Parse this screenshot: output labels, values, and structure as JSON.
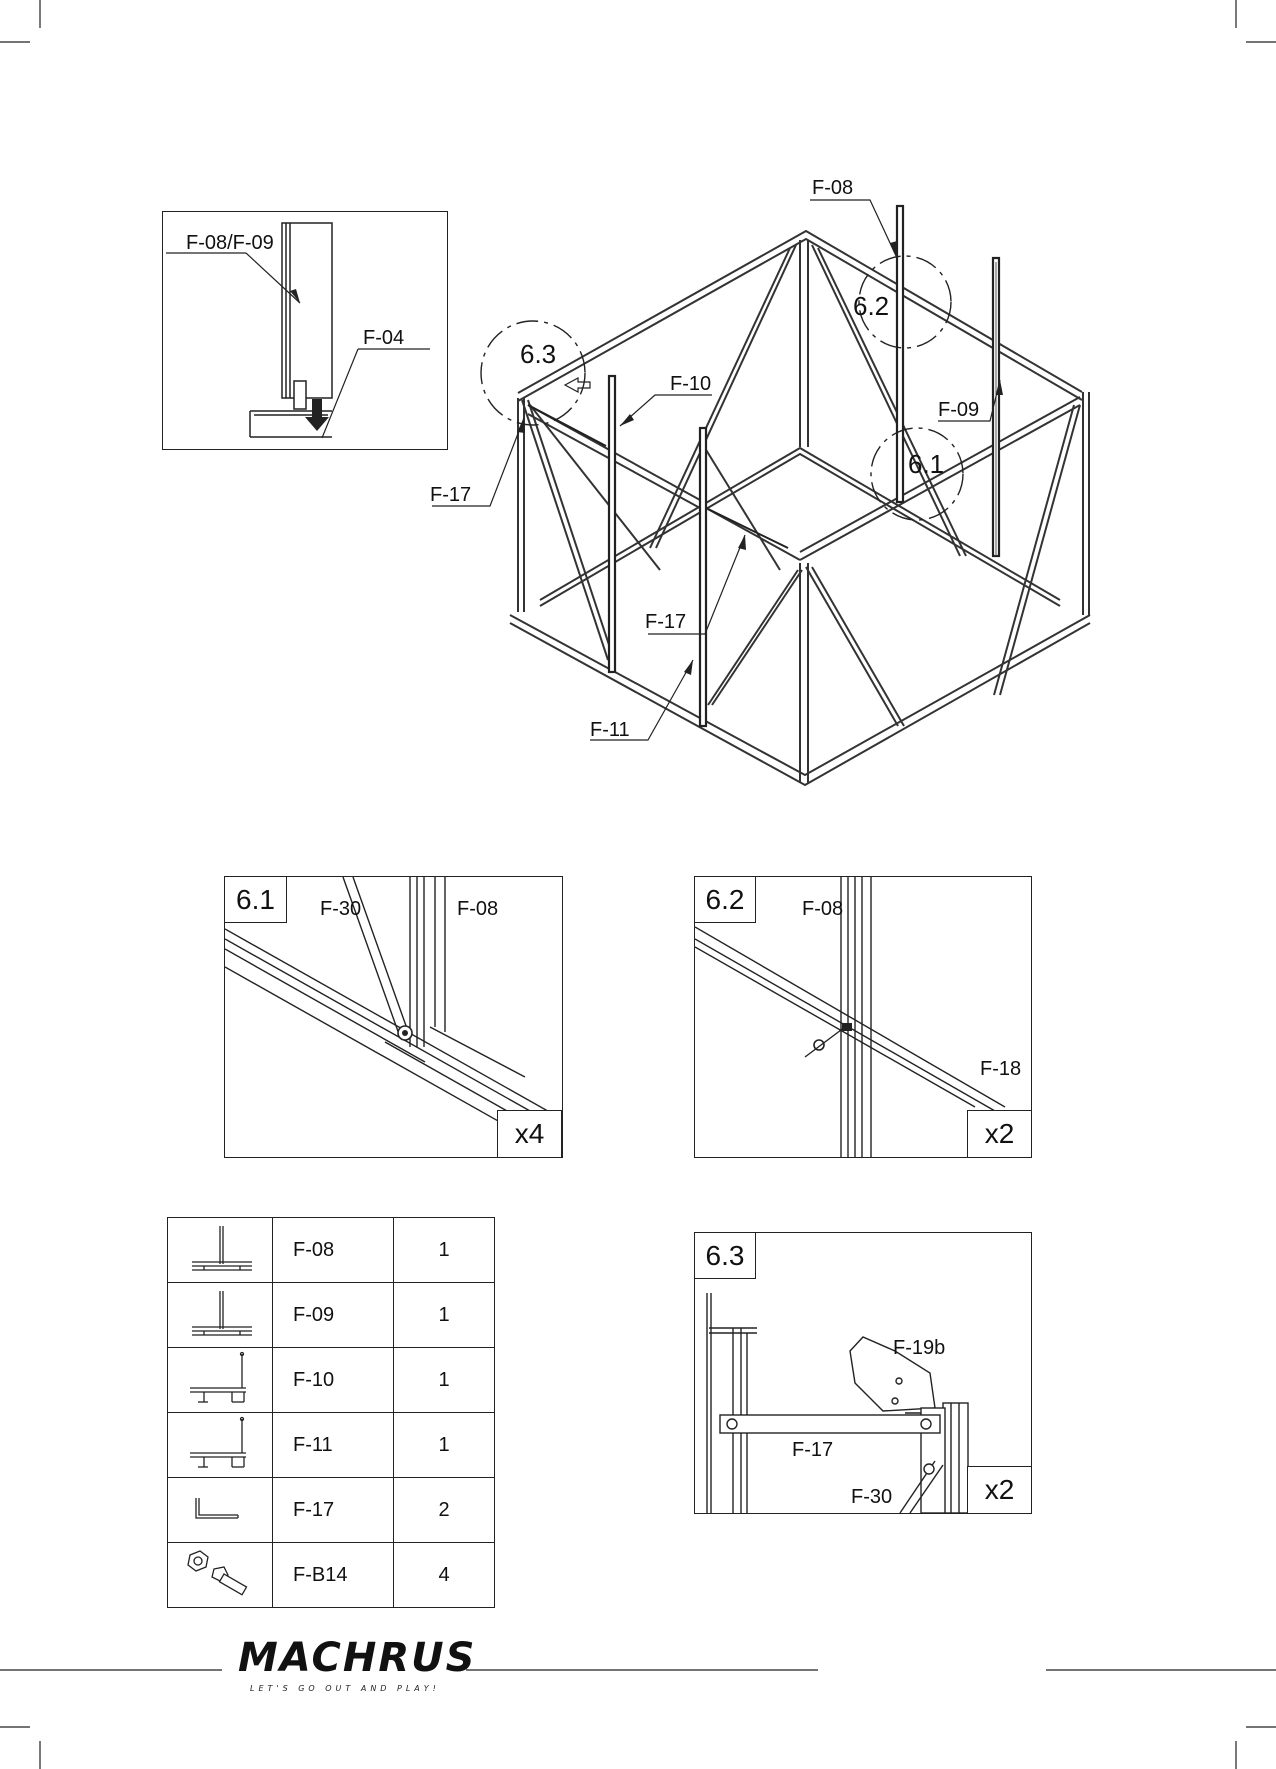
{
  "main_view": {
    "callouts": {
      "f08": "F-08",
      "f09": "F-09",
      "f10": "F-10",
      "f11": "F-11",
      "f17_left": "F-17",
      "f17_center": "F-17"
    },
    "detail_markers": {
      "d61": "6.1",
      "d62": "6.2",
      "d63": "6.3"
    }
  },
  "inset_top_left": {
    "label_top": "F-08/F-09",
    "label_bottom": "F-04"
  },
  "detail_61": {
    "id": "6.1",
    "label_a": "F-30",
    "label_b": "F-08",
    "qty": "x4"
  },
  "detail_62": {
    "id": "6.2",
    "label_a": "F-08",
    "label_b": "F-18",
    "qty": "x2"
  },
  "detail_63": {
    "id": "6.3",
    "label_a": "F-19b",
    "label_b": "F-17",
    "label_c": "F-30",
    "qty": "x2"
  },
  "parts_table": {
    "rows": [
      {
        "icon": "t-profile-icon",
        "code": "F-08",
        "qty": "1"
      },
      {
        "icon": "t-profile-icon",
        "code": "F-09",
        "qty": "1"
      },
      {
        "icon": "channel-profile-icon",
        "code": "F-10",
        "qty": "1"
      },
      {
        "icon": "channel-profile-icon",
        "code": "F-11",
        "qty": "1"
      },
      {
        "icon": "angle-bar-icon",
        "code": "F-17",
        "qty": "2"
      },
      {
        "icon": "bolt-nut-icon",
        "code": "F-B14",
        "qty": "4"
      }
    ]
  },
  "brand": {
    "name": "MACHRUS",
    "tagline": "LET'S GO OUT AND PLAY!"
  }
}
